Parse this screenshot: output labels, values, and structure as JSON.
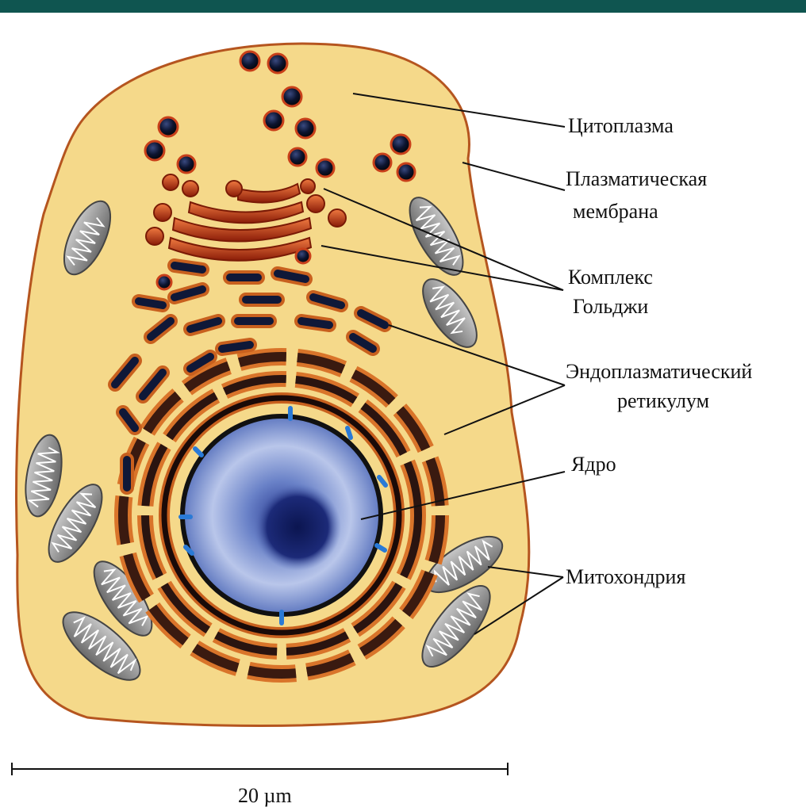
{
  "labels": {
    "cytoplasm": "Цитоплазма",
    "plasma_membrane_l1": "Плазматическая",
    "plasma_membrane_l2": "мембрана",
    "golgi_l1": "Комплекс",
    "golgi_l2": "Гольджи",
    "er_l1": "Эндоплазматический",
    "er_l2": "ретикулум",
    "nucleus": "Ядро",
    "mitochondria": "Митохондрия"
  },
  "scale_bar": {
    "label": "20 µm"
  },
  "colors": {
    "header": "#0f5550",
    "cytoplasm": "#f5d98a",
    "membrane": "#b5551f",
    "golgi": "#c8401a",
    "er_dark": "#2a1410",
    "er_light": "#d9742a",
    "vesicle": "#101830",
    "nucleus": "#6f86c6",
    "nucleolus": "#111f6a",
    "mitochondrion": "#8a8a8a"
  }
}
